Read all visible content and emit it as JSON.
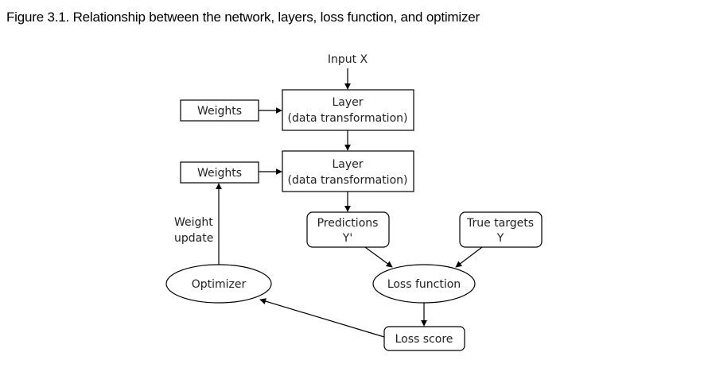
{
  "figure": {
    "caption": "Figure 3.1. Relationship between the network, layers, loss function, and optimizer"
  },
  "diagram": {
    "input_label": "Input X",
    "layer1": {
      "line1": "Layer",
      "line2": "(data transformation)"
    },
    "layer2": {
      "line1": "Layer",
      "line2": "(data transformation)"
    },
    "weights1_label": "Weights",
    "weights2_label": "Weights",
    "weight_update": {
      "line1": "Weight",
      "line2": "update"
    },
    "predictions": {
      "line1": "Predictions",
      "line2": "Y'"
    },
    "true_targets": {
      "line1": "True targets",
      "line2": "Y"
    },
    "optimizer_label": "Optimizer",
    "loss_function_label": "Loss function",
    "loss_score_label": "Loss score"
  }
}
